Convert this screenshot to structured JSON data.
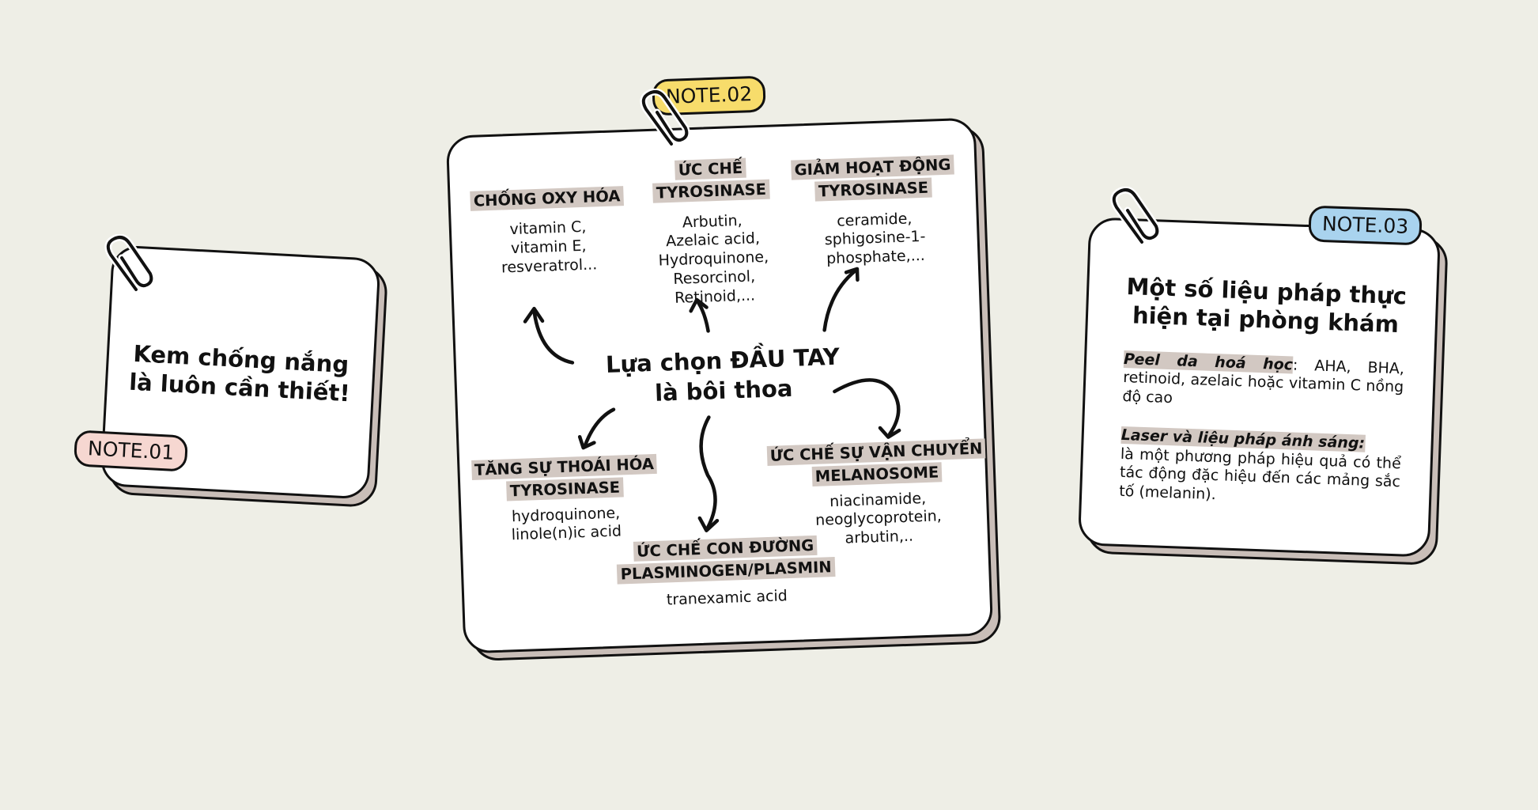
{
  "note1": {
    "tag": "NOTE.01",
    "text_line1": "Kem chống nắng",
    "text_line2": "là luôn cần thiết!",
    "tag_color": "#f6d7d1"
  },
  "note2": {
    "tag": "NOTE.02",
    "tag_color": "#f7dc6b",
    "center_line1": "Lựa chọn ĐẦU TAY",
    "center_line2": "là bôi thoa",
    "nodes": [
      {
        "head": "CHỐNG OXY HÓA",
        "body": "vitamin C,\nvitamin E,\nresveratrol..."
      },
      {
        "head": "ỨC CHẾ\nTYROSINASE",
        "body": "Arbutin,\nAzelaic acid,\nHydroquinone,\nResorcinol,\nRetinoid,..."
      },
      {
        "head": "GIẢM HOẠT ĐỘNG\nTYROSINASE",
        "body": "ceramide,\nsphigosine-1-\nphosphate,..."
      },
      {
        "head": "TĂNG SỰ THOÁI HÓA\nTYROSINASE",
        "body": "hydroquinone,\nlinole(n)ic acid"
      },
      {
        "head": "ỨC CHẾ CON ĐƯỜNG\nPLASMINOGEN/PLASMIN",
        "body": "tranexamic acid"
      },
      {
        "head": "ỨC CHẾ SỰ VẬN CHUYỂN\nMELANOSOME",
        "body": "niacinamide,\nneoglycoprotein,\narbutin,.."
      }
    ]
  },
  "note3": {
    "tag": "NOTE.03",
    "tag_color": "#a9d3ee",
    "title_line1": "Một số liệu pháp thực",
    "title_line2": "hiện tại phòng khám",
    "item1_label": "Peel da hoá học",
    "item1_text": ": AHA, BHA, retinoid, azelaic hoặc vitamin C nồng độ cao",
    "item2_label": "Laser và liệu pháp ánh sáng:",
    "item2_text": "là một phương pháp hiệu quả có thể tác động đặc hiệu đến các mảng sắc tố (melanin)."
  }
}
